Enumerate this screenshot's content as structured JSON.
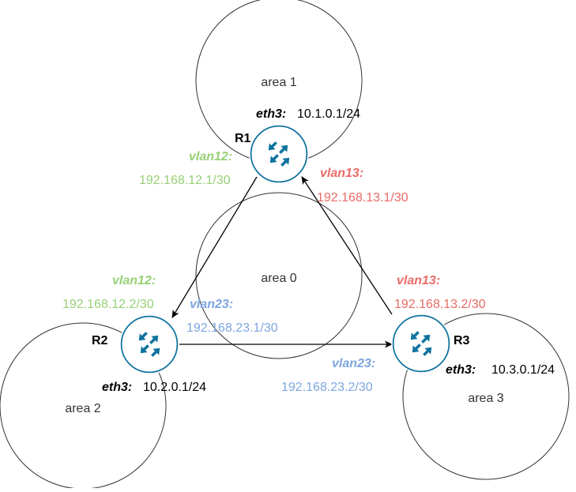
{
  "colors": {
    "vlan12": "#97D077",
    "vlan13": "#EA6B66",
    "vlan23": "#7EA6E0",
    "router_fill": "#10739E",
    "stroke": "#000000",
    "area_stroke": "#333333"
  },
  "areas": {
    "area0": "area 0",
    "area1": "area 1",
    "area2": "area 2",
    "area3": "area 3"
  },
  "routers": {
    "r1": {
      "name": "R1",
      "icon": "router-icon"
    },
    "r2": {
      "name": "R2",
      "icon": "router-icon"
    },
    "r3": {
      "name": "R3",
      "icon": "router-icon"
    }
  },
  "interfaces": {
    "r1_eth3": {
      "name": "eth3:",
      "addr": "10.1.0.1/24"
    },
    "r2_eth3": {
      "name": "eth3:",
      "addr": "10.2.0.1/24"
    },
    "r3_eth3": {
      "name": "eth3:",
      "addr": "10.3.0.1/24"
    },
    "r1_vlan12": {
      "name": "vlan12:",
      "addr": "192.168.12.1/30"
    },
    "r2_vlan12": {
      "name": "vlan12:",
      "addr": "192.168.12.2/30"
    },
    "r1_vlan13": {
      "name": "vlan13:",
      "addr": "192.168.13.1/30"
    },
    "r3_vlan13": {
      "name": "vlan13:",
      "addr": "192.168.13.2/30"
    },
    "r2_vlan23": {
      "name": "vlan23:",
      "addr": "192.168.23.1/30"
    },
    "r3_vlan23": {
      "name": "vlan23:",
      "addr": "192.168.23.2/30"
    }
  },
  "links": [
    {
      "from": "R1",
      "to": "R2",
      "vlan": "vlan12"
    },
    {
      "from": "R3",
      "to": "R1",
      "vlan": "vlan13"
    },
    {
      "from": "R2",
      "to": "R3",
      "vlan": "vlan23"
    }
  ]
}
